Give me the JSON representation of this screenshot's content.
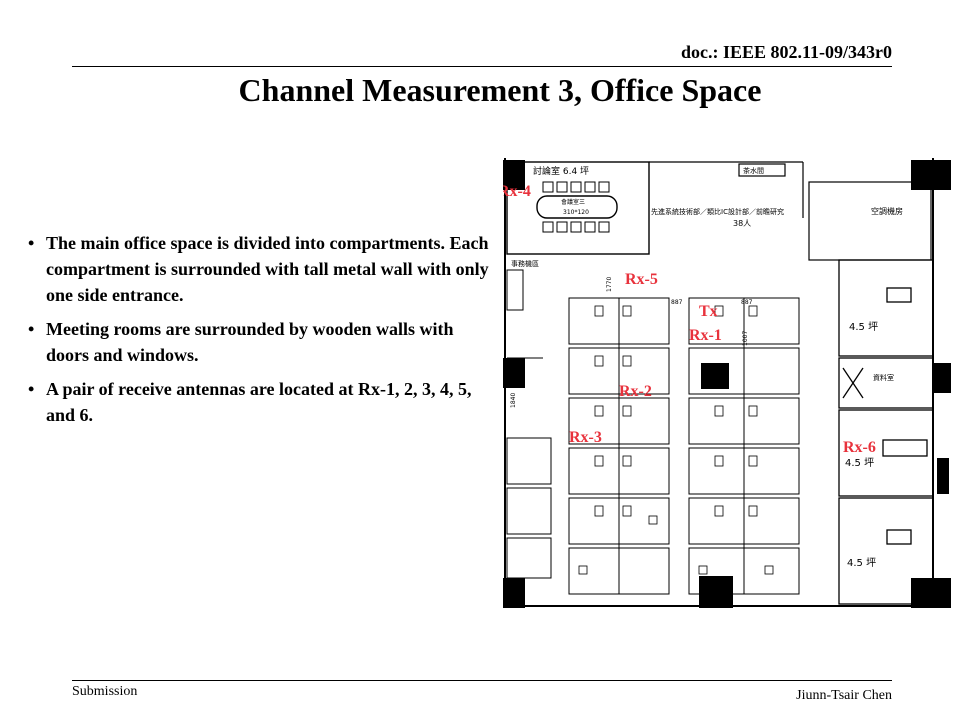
{
  "header": {
    "doc_id": "doc.: IEEE 802.11-09/343r0"
  },
  "slide": {
    "title": "Channel Measurement 3, Office Space",
    "bullets": [
      "The main office space is divided into compartments. Each compartment is surrounded with tall metal wall with only one side entrance.",
      "Meeting rooms are surrounded by wooden walls with doors and windows.",
      "A pair of receive antennas are located at Rx-1, 2, 3, 4, 5, and 6."
    ],
    "bullet_glyph": "•"
  },
  "floorplan": {
    "labels": {
      "rx4": "Rx-4",
      "rx5": "Rx-5",
      "tx": "Tx",
      "rx1": "Rx-1",
      "rx2": "Rx-2",
      "rx3": "Rx-3",
      "rx6": "Rx-6"
    },
    "label_color": "#e8323c",
    "room_text": {
      "meeting_room": "討論室 6.4 坪",
      "meeting_table": "會議室三",
      "table_size": "310*120",
      "tea_room": "茶水間",
      "department": "先進系統技術部／類比IC設計部／前瞻研究",
      "headcount": "38人",
      "ac_room": "空調機房",
      "office_equipment": "事務機區",
      "storage": "資料室",
      "room_size_1": "4.5 坪",
      "room_size_2": "4.5 坪",
      "room_size_3": "4.5 坪",
      "dim_1770": "1770",
      "dim_887a": "887",
      "dim_887b": "887",
      "dim_1007": "1007",
      "dim_1840": "1840"
    }
  },
  "footer": {
    "left": "Submission",
    "right": "Jiunn-Tsair  Chen"
  }
}
